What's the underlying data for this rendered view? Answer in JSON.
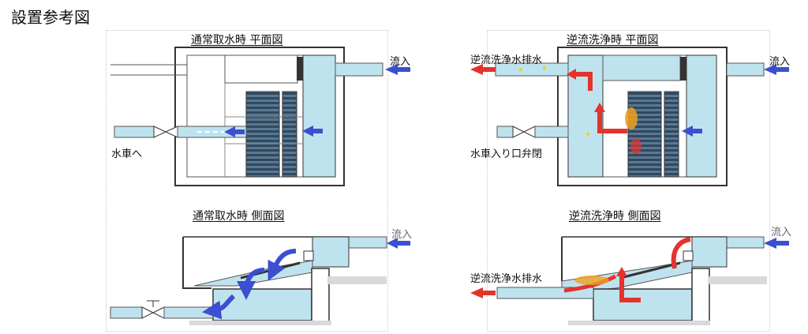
{
  "page": {
    "title": "設置参考図"
  },
  "views": {
    "normal_plan": {
      "title": "通常取水時 平面図",
      "inflow_label": "流入",
      "outflow_label": "水車へ"
    },
    "normal_side": {
      "title": "通常取水時 側面図",
      "inflow_label": "流入"
    },
    "backwash_plan": {
      "title": "逆流洗浄時 平面図",
      "inflow_label": "流入",
      "drain_label": "逆流洗浄水排水",
      "valve_label": "水車入り口弁閉"
    },
    "backwash_side": {
      "title": "逆流洗浄時 側面図",
      "inflow_label": "流入",
      "drain_label": "逆流洗浄水排水"
    }
  },
  "colors": {
    "water": "#bfe3ee",
    "blue_arrow": "#3b4fd0",
    "red_arrow": "#e5322d",
    "debris": "#f0a020",
    "wall": "#333333"
  }
}
